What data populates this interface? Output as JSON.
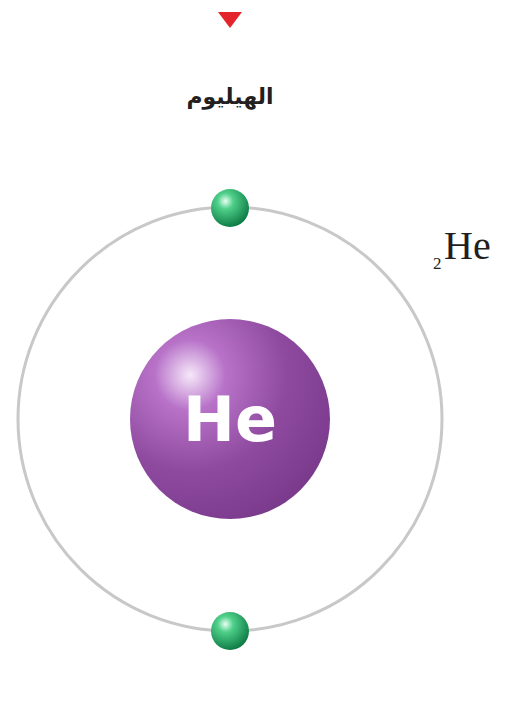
{
  "diagram": {
    "nodes": [
      {
        "text": [
          "He"
        ]
      }
    ],
    "labels": [
      "الهيليوم",
      "2",
      "He"
    ]
  }
}
